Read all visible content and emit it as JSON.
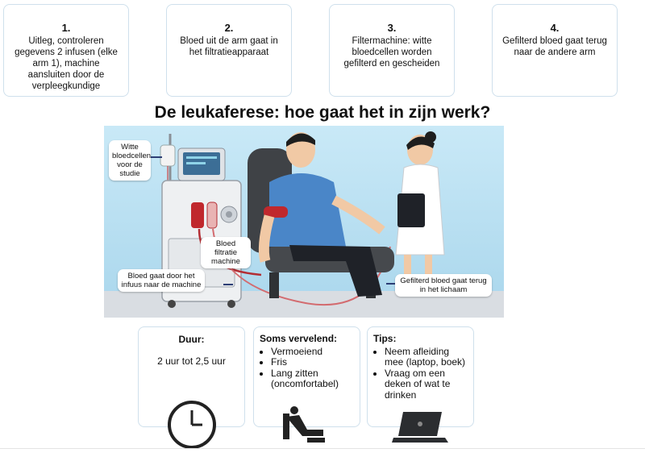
{
  "steps": [
    {
      "num": "1.",
      "text": "Uitleg, controleren gegevens 2 infusen (elke arm 1), machine aansluiten door de verpleegkundige"
    },
    {
      "num": "2.",
      "text": "Bloed uit de arm gaat in het filtratieapparaat"
    },
    {
      "num": "3.",
      "text": "Filtermachine: witte bloedcellen worden gefilterd en gescheiden"
    },
    {
      "num": "4.",
      "text": "Gefilterd bloed gaat terug naar de andere arm"
    }
  ],
  "title": "De leukaferese: hoe gaat het in zijn werk?",
  "callouts": {
    "white_cells": "Witte bloedcellen voor de studie",
    "filter_machine": "Bloed filtratie machine",
    "blood_in": "Bloed gaat door het infuus naar de machine",
    "blood_back": "Gefilterd bloed gaat terug in het lichaam"
  },
  "duur": {
    "heading": "Duur:",
    "value": "2 uur tot 2,5 uur"
  },
  "soms": {
    "heading": "Soms vervelend:",
    "items": [
      "Vermoeiend",
      "Fris",
      "Lang zitten (oncomfortabel)"
    ]
  },
  "tips": {
    "heading": "Tips:",
    "items": [
      "Neem afleiding mee (laptop, boek)",
      "Vraag om een deken of wat te drinken"
    ]
  },
  "colors": {
    "sky": "#bfe3f3",
    "shirt": "#4a86c8",
    "armband": "#c0282d",
    "tube_red": "#b32e34",
    "navy": "#2c3e75"
  }
}
